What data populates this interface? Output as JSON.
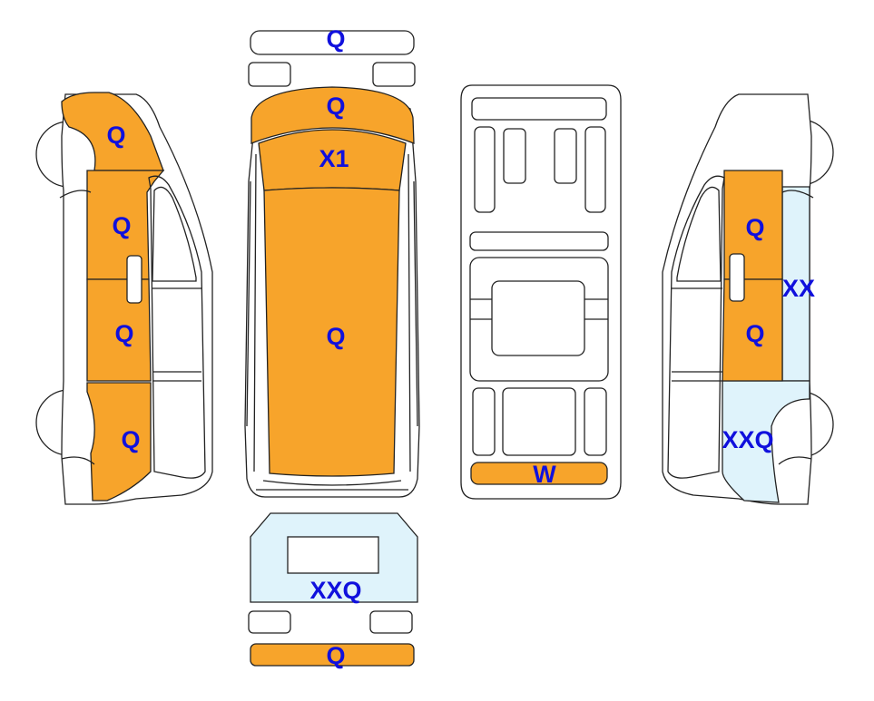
{
  "colors": {
    "damage_q": "#F7A42B",
    "damage_xx": "#DFF3FB",
    "label": "#1010DD",
    "outline": "#222222"
  },
  "views": {
    "left_side": {
      "labels": [
        "Q",
        "Q",
        "Q",
        "Q"
      ]
    },
    "top": {
      "front_bumper": "Q",
      "hood": "Q",
      "windshield": "X1",
      "roof": "Q"
    },
    "underbody": {
      "rear_bumper": "W"
    },
    "right_side": {
      "front_door": "Q",
      "side_strip": "XX",
      "rear_door": "Q",
      "rear_quarter": "XXQ"
    },
    "rear": {
      "tailgate": "XXQ",
      "rear_bumper": "Q"
    }
  }
}
